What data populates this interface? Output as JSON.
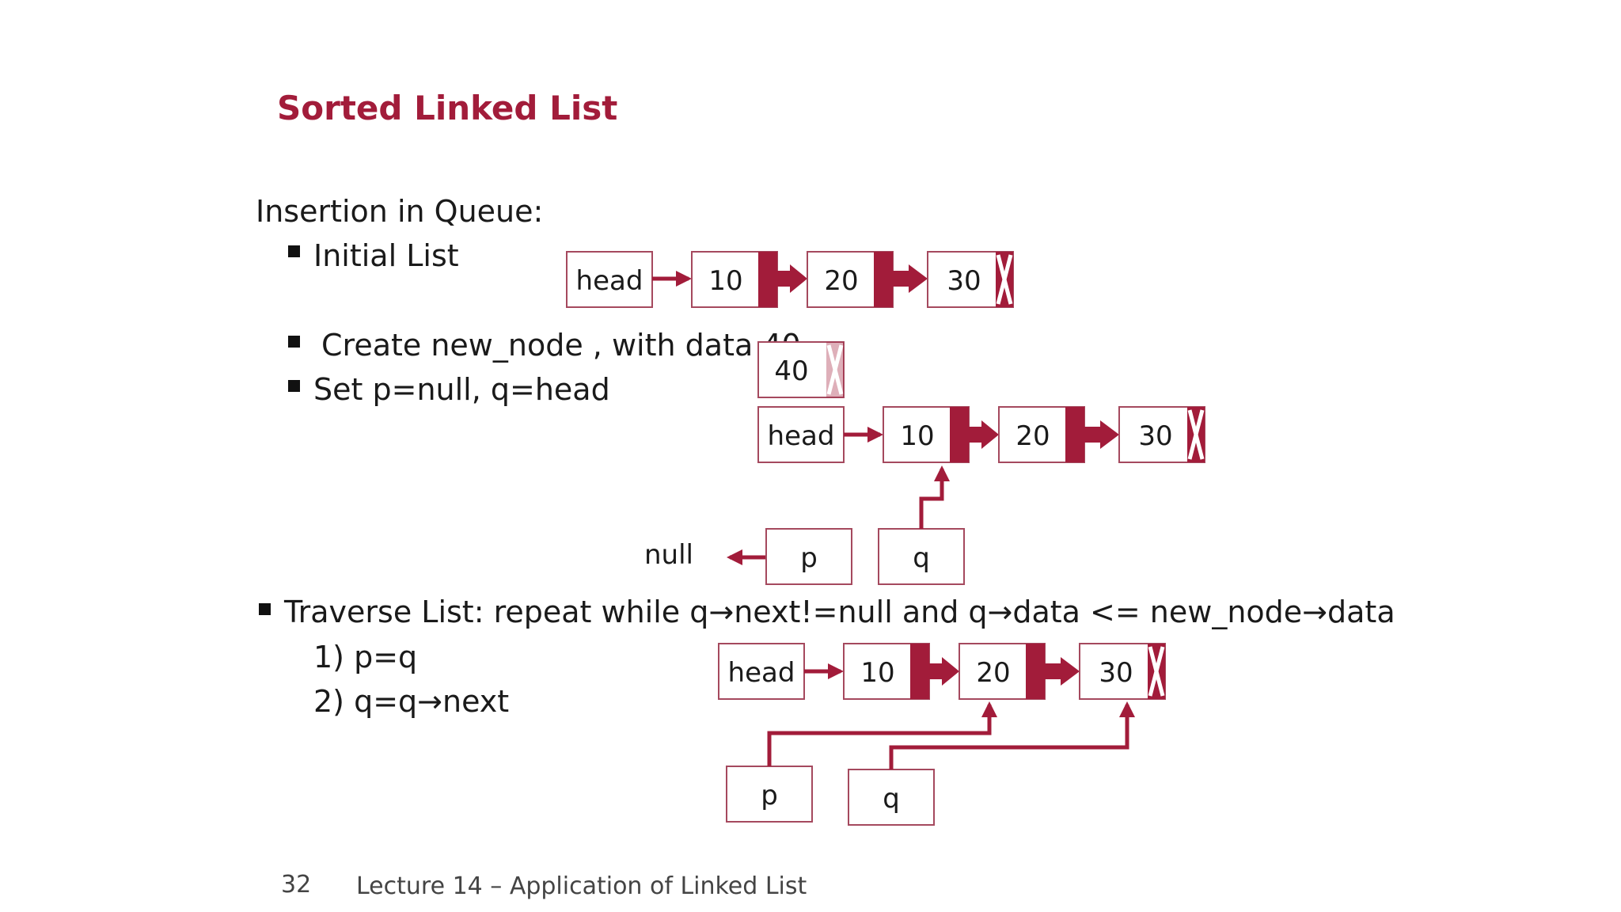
{
  "title": "Sorted Linked List",
  "heading": "Insertion in Queue:",
  "bullets": {
    "initial": "Initial List",
    "create": "Create new_node , with data 40",
    "set": "Set p=null, q=head",
    "traverse": "Traverse List: repeat while q→next!=null and q→data <= new_node→data",
    "step1": "1) p=q",
    "step2": "2) q=q→next"
  },
  "diagram": {
    "head": "head",
    "nodes": [
      "10",
      "20",
      "30"
    ],
    "new_node": "40",
    "p": "p",
    "q": "q",
    "null": "null"
  },
  "colors": {
    "accent": "#a21c3a",
    "node_border": "#a5495e"
  },
  "footer": {
    "page": "32",
    "lecture": "Lecture 14 – Application of Linked List"
  }
}
